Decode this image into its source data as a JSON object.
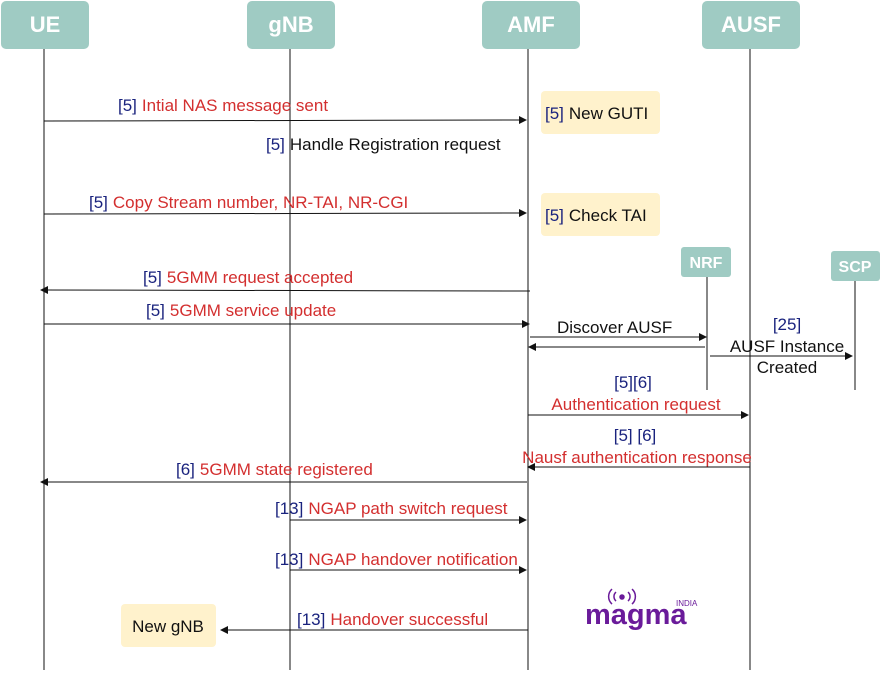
{
  "participants": {
    "ue": "UE",
    "gnb": "gNB",
    "amf": "AMF",
    "ausf": "AUSF",
    "nrf": "NRF",
    "scp": "SCP"
  },
  "notes": {
    "new_guti": {
      "ref": "[5]",
      "text": "New GUTI"
    },
    "check_tai": {
      "ref": "[5]",
      "text": "Check TAI"
    },
    "new_gnb": "New gNB"
  },
  "messages": {
    "m1": {
      "ref": "[5]",
      "text": "Intial NAS message sent"
    },
    "m2": {
      "ref": "[5]",
      "text": "Handle Registration request"
    },
    "m3": {
      "ref": "[5]",
      "text": "Copy Stream number, NR-TAI, NR-CGI"
    },
    "m4": {
      "ref": "[5]",
      "text": "5GMM request accepted"
    },
    "m5": {
      "ref": "[5]",
      "text": "5GMM service update"
    },
    "m6": {
      "text": "Discover AUSF"
    },
    "m7": {
      "ref": "[25]",
      "line1": "AUSF Instance",
      "line2": "Created"
    },
    "m8": {
      "ref": "[5][6]",
      "text": "Authentication request"
    },
    "m9": {
      "ref": "[5] [6]",
      "text": "Nausf authentication response"
    },
    "m10": {
      "ref": "[6]",
      "text": "5GMM state registered"
    },
    "m11": {
      "ref": "[13]",
      "text": "NGAP path switch request"
    },
    "m12": {
      "ref": "[13]",
      "text": "NGAP handover notification"
    },
    "m13": {
      "ref": "[13]",
      "text": "Handover successful"
    }
  },
  "logo": {
    "word": "magma",
    "sub": "INDIA"
  },
  "colors": {
    "participant_fill": "#9fcbc3",
    "note_fill": "#fff2cc",
    "reference": "#1a237e",
    "message_red": "#d32f2f",
    "logo_purple": "#6a1b9a"
  }
}
